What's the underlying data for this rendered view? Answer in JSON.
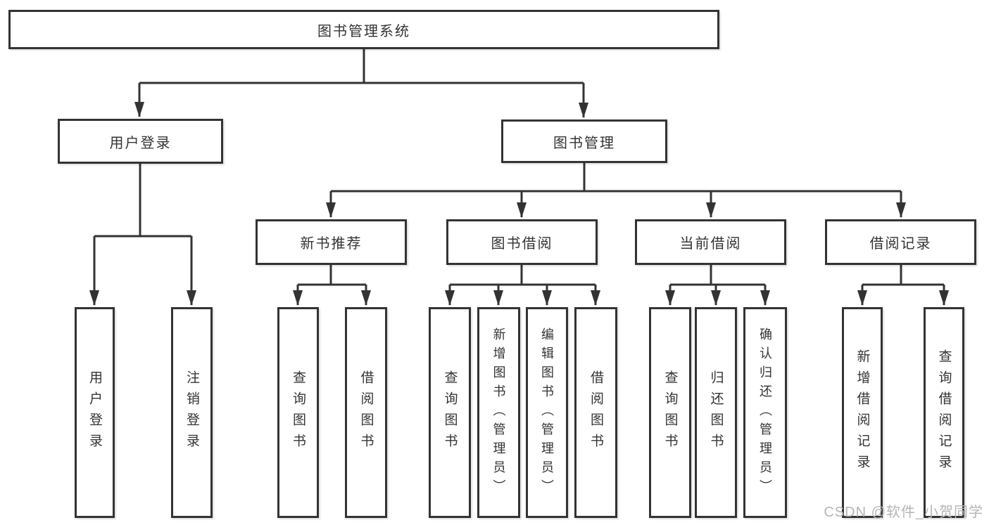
{
  "tree": {
    "label": "图书管理系统",
    "children": [
      {
        "label": "用户登录",
        "children": [
          {
            "label": "用户登录"
          },
          {
            "label": "注销登录"
          }
        ]
      },
      {
        "label": "图书管理",
        "children": [
          {
            "label": "新书推荐",
            "children": [
              {
                "label": "查询图书"
              },
              {
                "label": "借阅图书"
              }
            ]
          },
          {
            "label": "图书借阅",
            "children": [
              {
                "label": "查询图书"
              },
              {
                "label": "新增图书（管理员）"
              },
              {
                "label": "编辑图书（管理员）"
              },
              {
                "label": "借阅图书"
              }
            ]
          },
          {
            "label": "当前借阅",
            "children": [
              {
                "label": "查询图书"
              },
              {
                "label": "归还图书"
              },
              {
                "label": "确认归还（管理员）"
              }
            ]
          },
          {
            "label": "借阅记录",
            "children": [
              {
                "label": "新增借阅记录"
              },
              {
                "label": "查询借阅记录"
              }
            ]
          }
        ]
      }
    ]
  },
  "watermark": "CSDN @软件_小贺同学",
  "colors": {
    "line": "#333333",
    "text": "#333333",
    "box_fill": "#ffffff",
    "watermark": "#b5b5b5"
  }
}
